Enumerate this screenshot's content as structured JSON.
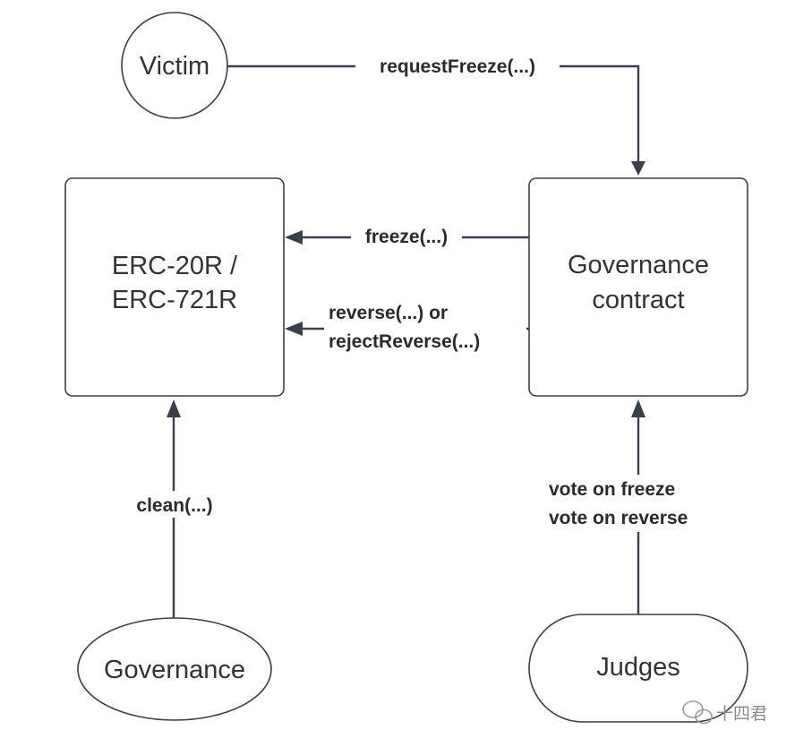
{
  "nodes": {
    "victim": {
      "label": "Victim"
    },
    "token": {
      "line1": "ERC-20R /",
      "line2": "ERC-721R"
    },
    "governance_contract": {
      "line1": "Governance",
      "line2": "contract"
    },
    "governance": {
      "label": "Governance"
    },
    "judges": {
      "label": "Judges"
    }
  },
  "edges": {
    "request_freeze": {
      "label": "requestFreeze(...)"
    },
    "freeze": {
      "label": "freeze(...)"
    },
    "reverse": {
      "line1": "reverse(...) or",
      "line2": "rejectReverse(...)"
    },
    "clean": {
      "label": "clean(...)"
    },
    "votes": {
      "line1": "vote on freeze",
      "line2": "vote on reverse"
    }
  },
  "watermark": {
    "text": "十四君",
    "icon": "wechat-icon"
  },
  "colors": {
    "stroke": "#3a3f4b",
    "text": "#333333",
    "background": "#ffffff"
  }
}
